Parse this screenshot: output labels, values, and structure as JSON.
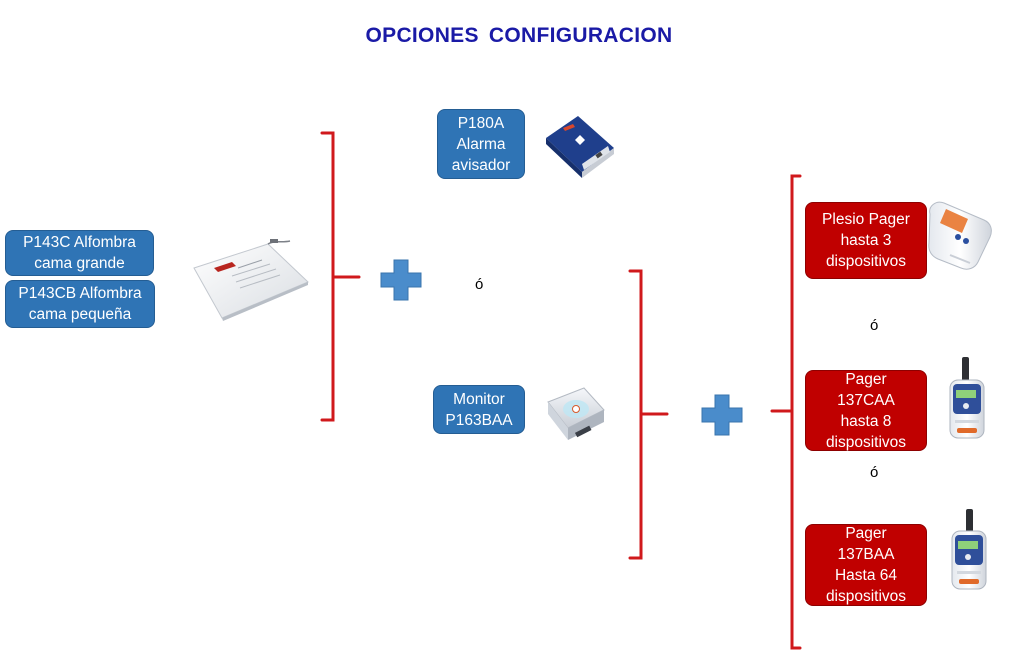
{
  "title": "OPCIONES  CONFIGURACION",
  "mats": [
    {
      "line1": "P143C Alfombra",
      "line2": "cama grande"
    },
    {
      "line1": "P143CB Alfombra",
      "line2": "cama pequeña"
    }
  ],
  "alarm": {
    "line1": "P180A",
    "line2": "Alarma",
    "line3": "avisador"
  },
  "monitor": {
    "line1": "Monitor",
    "line2": "P163BAA"
  },
  "pagers": [
    {
      "line1": "Plesio Pager",
      "line2": "hasta 3",
      "line3": "dispositivos"
    },
    {
      "line1": "Pager",
      "line2": "137CAA",
      "line3": "hasta 8",
      "line4": "dispositivos"
    },
    {
      "line1": "Pager",
      "line2": "137BAA",
      "line3": "Hasta 64",
      "line4": "dispositivos"
    }
  ],
  "or_labels": [
    "ó",
    "ó",
    "ó"
  ],
  "colors": {
    "title": "#1a1aa6",
    "blue_box": "#2f74b5",
    "red_box": "#c00000",
    "bracket": "#d0191c",
    "plus": "#4a8ccb"
  },
  "icons": [
    "floor-mat-icon",
    "alarm-unit-icon",
    "monitor-unit-icon",
    "plesio-pager-icon",
    "pager-137caa-icon",
    "pager-137baa-icon",
    "plus-icon"
  ]
}
